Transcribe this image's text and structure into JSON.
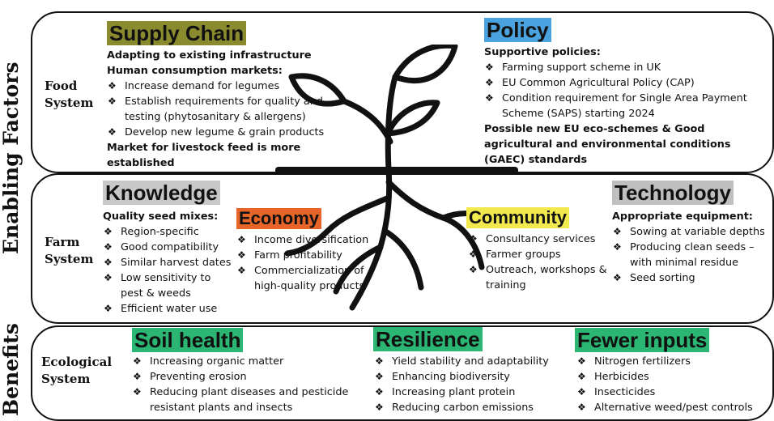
{
  "side_labels": {
    "enabling": "Enabling Factors",
    "benefits": "Benefits"
  },
  "systems": {
    "food": "Food System",
    "farm": "Farm System",
    "eco": "Ecological System"
  },
  "supply_chain": {
    "title": "Supply Chain",
    "color": "#8a8a2e",
    "lead": "Adapting to existing infrastructure",
    "sub": "Human consumption markets:",
    "items": [
      "Increase demand for legumes",
      "Establish requirements for quality and testing (phytosanitary & allergens)",
      "Develop new legume & grain products"
    ],
    "tail": "Market for livestock feed is more established"
  },
  "policy": {
    "title": "Policy",
    "color": "#4aa3df",
    "sub": "Supportive policies:",
    "items": [
      "Farming support scheme in UK",
      "EU Common Agricultural Policy (CAP)",
      "Condition requirement for Single Area Payment Scheme (SAPS) starting 2024"
    ],
    "tail": "Possible new EU eco-schemes & Good agricultural and environmental conditions (GAEC) standards"
  },
  "knowledge": {
    "title": "Knowledge",
    "color": "#c8c8c8",
    "sub": "Quality seed mixes:",
    "items": [
      "Region-specific",
      "Good compatibility",
      "Similar harvest dates",
      "Low sensitivity to pest & weeds",
      "Efficient water use"
    ]
  },
  "economy": {
    "title": "Economy",
    "color": "#e8652a",
    "items": [
      "Income diversification",
      "Farm profitability",
      "Commercialization of high-quality products"
    ]
  },
  "community": {
    "title": "Community",
    "color": "#f2e94e",
    "items": [
      "Consultancy services",
      "Farmer groups",
      "Outreach, workshops & training"
    ]
  },
  "technology": {
    "title": "Technology",
    "color": "#bfbfbf",
    "sub": "Appropriate equipment:",
    "items": [
      "Sowing at variable depths",
      "Producing clean seeds – with minimal residue",
      "Seed sorting"
    ]
  },
  "soil_health": {
    "title": "Soil health",
    "color": "#2bb673",
    "items": [
      "Increasing organic matter",
      "Preventing erosion",
      "Reducing plant diseases and pesticide resistant plants and insects"
    ]
  },
  "resilience": {
    "title": "Resilience",
    "color": "#2bb673",
    "items": [
      "Yield stability and adaptability",
      "Enhancing biodiversity",
      "Increasing plant protein",
      "Reducing carbon emissions"
    ]
  },
  "fewer_inputs": {
    "title": "Fewer inputs",
    "color": "#2bb673",
    "items": [
      "Nitrogen fertilizers",
      "Herbicides",
      "Insecticides",
      "Alternative weed/pest controls"
    ]
  }
}
